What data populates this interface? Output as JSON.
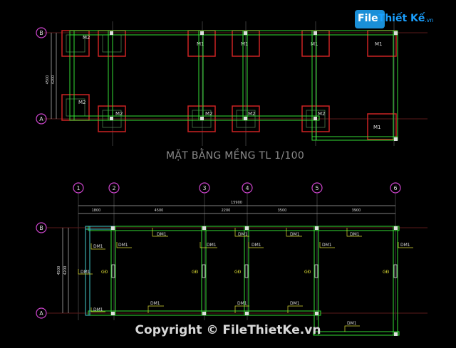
{
  "title": "MẶT BẰNG MỀNG TL 1/100",
  "logo": {
    "text_a": "File",
    "text_b": "Thiết Kế",
    "suffix": ".vn"
  },
  "copyright": "Copyright © FileThietKe.vn",
  "colors": {
    "background": "#000000",
    "beam": "#33dd33",
    "footing": "#cc2222",
    "column": "#dddddd",
    "grid_bubble": "#cc44cc",
    "dim": "#dddddd",
    "label": "#dddd33",
    "axis": "#aa3333",
    "cyan_beam": "#44cccc"
  },
  "top_plan": {
    "grid_rows": [
      "B",
      "A"
    ],
    "side_dims": [
      "4500",
      "4200"
    ],
    "footing_labels": [
      "M2",
      "M1",
      "M1",
      "M1",
      "M1",
      "M2",
      "M2",
      "M2",
      "M2",
      "M2",
      "M1"
    ]
  },
  "bottom_plan": {
    "grid_cols": [
      "1",
      "2",
      "3",
      "4",
      "5",
      "6"
    ],
    "grid_rows": [
      "B",
      "A"
    ],
    "total_dim": "15900",
    "span_dims": [
      "1800",
      "4500",
      "2200",
      "3500",
      "3900"
    ],
    "side_dims": [
      "4500",
      "4200"
    ],
    "dm_label": "DM1",
    "gd_label": "GĐ"
  }
}
